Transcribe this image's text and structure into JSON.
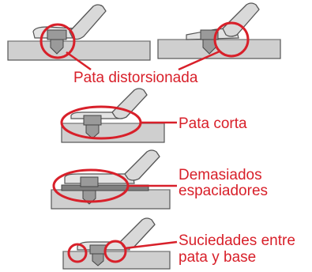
{
  "labels": {
    "distorted_foot": "Pata distorsionada",
    "short_foot": "Pata corta",
    "too_many_spacers_line1": "Demasiados",
    "too_many_spacers_line2": "espaciadores",
    "dirt_line1": "Suciedades entre",
    "dirt_line2": "pata y base"
  },
  "colors": {
    "highlight": "#d8202a",
    "base": "#cfcfcf",
    "outline": "#555555"
  }
}
